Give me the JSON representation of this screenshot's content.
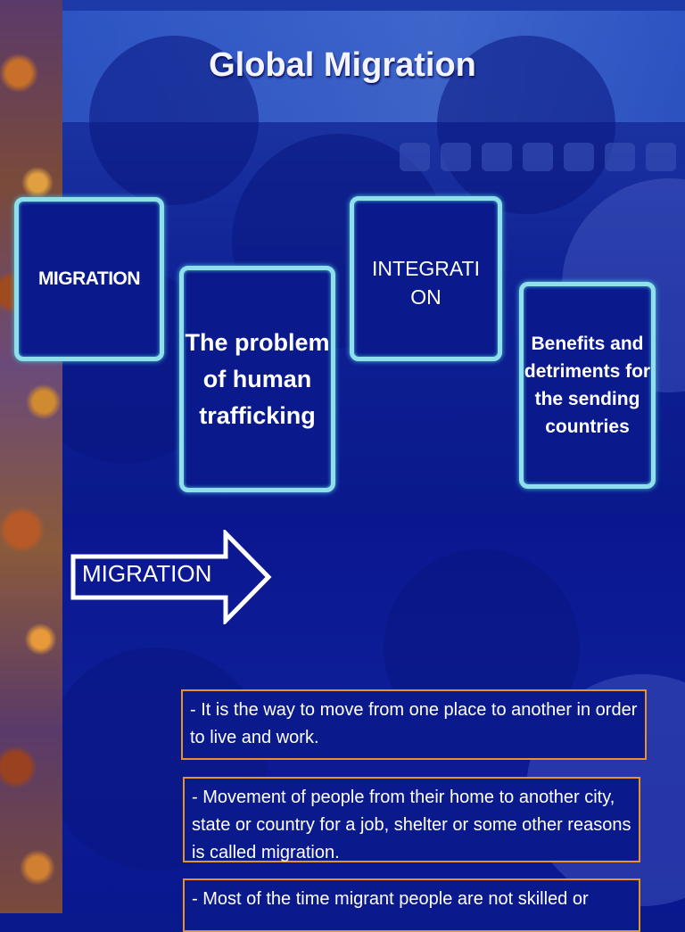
{
  "slide1": {
    "title": "Global Migration",
    "boxes": [
      {
        "label": "MIGRATION"
      },
      {
        "label": "The problem of human trafficking"
      },
      {
        "label": "INTEGRATI ON"
      },
      {
        "label": "Benefits and detriments for the sending countries"
      }
    ]
  },
  "slide2": {
    "arrow_label": "MIGRATION",
    "notes": [
      "- It is the way to move from one place to another in order to live and work.",
      "- Movement of people from their home to another city, state or country for a job, shelter or some other reasons is called migration.",
      "- Most of the time migrant people are not skilled or"
    ]
  },
  "colors": {
    "background": "#0a1a8c",
    "box_border": "#8fe0ea",
    "note_border": "#e8922a",
    "text": "#ffffff"
  }
}
